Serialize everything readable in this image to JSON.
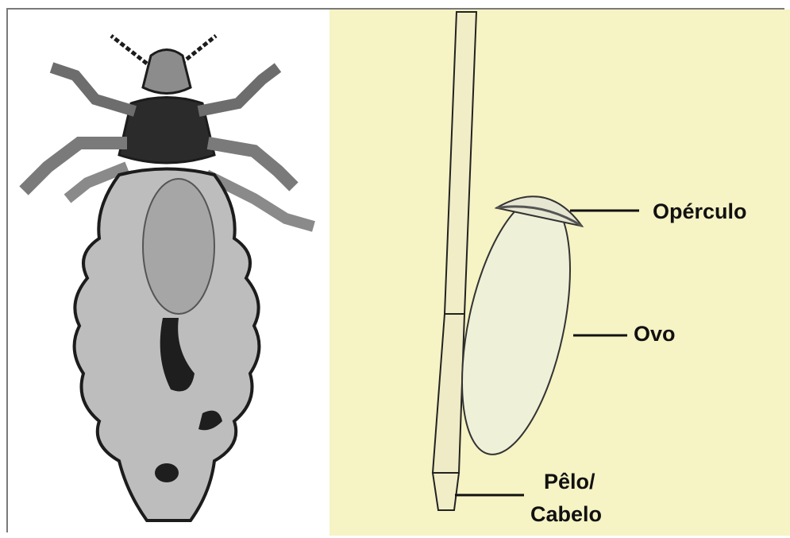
{
  "labels": {
    "operculo": "Opérculo",
    "ovo": "Ovo",
    "pelo_line1": "Pêlo/",
    "pelo_line2": "Cabelo"
  },
  "colors": {
    "drawing_background": "#f6f3c4",
    "photo_background": "#ffffff",
    "label_text": "#111111"
  }
}
